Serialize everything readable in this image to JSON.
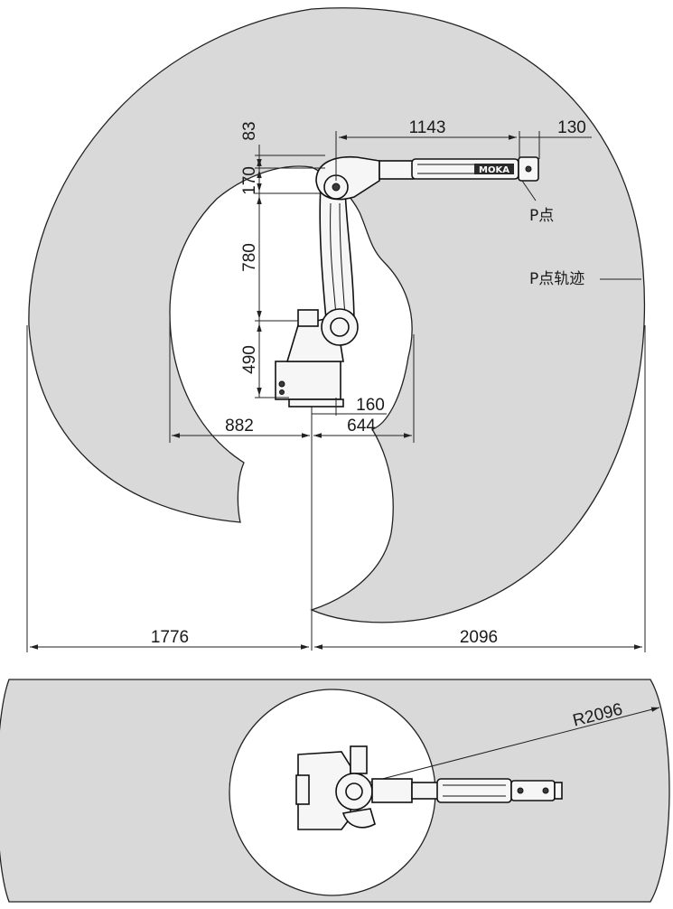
{
  "side_view": {
    "dims": {
      "d83": "83",
      "d170": "170",
      "d780": "780",
      "d490": "490",
      "d1143": "1143",
      "d130": "130",
      "d160": "160",
      "d882": "882",
      "d644": "644",
      "d1776": "1776",
      "d2096": "2096"
    },
    "arm_brand": "MOKA",
    "p_point_label": "P点",
    "p_trajectory_label": "P点轨迹"
  },
  "top_view": {
    "radius_label": "R2096"
  }
}
